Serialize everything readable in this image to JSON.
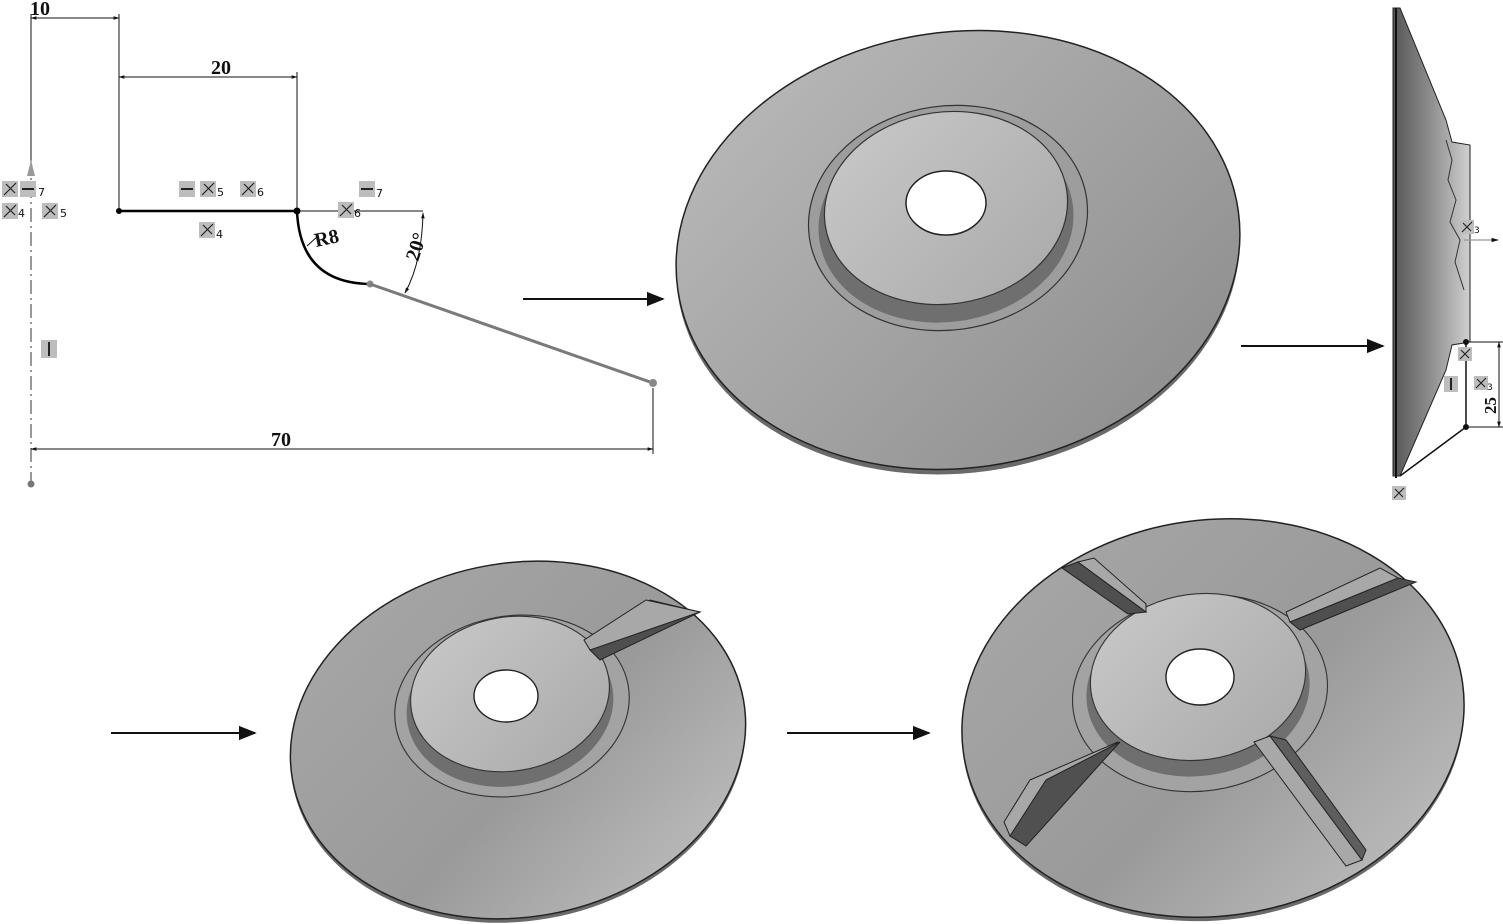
{
  "sketch": {
    "dimensions": {
      "offset_width": "10",
      "top_width": "20",
      "total_radius": "70",
      "fillet_radius": "R8",
      "angle": "20°"
    },
    "relation_labels": {
      "r7a": "7",
      "r4a": "4",
      "r5a": "5",
      "r5b": "5",
      "r6a": "6",
      "r4b": "4",
      "r7b": "7",
      "r6b": "6"
    }
  },
  "side_view": {
    "height_dimension": "25",
    "relation_labels": {
      "r3a": "3",
      "r3b": "3"
    }
  },
  "colors": {
    "sketch_line": "#000000",
    "construction_line": "#7a7a7a",
    "dish_fill": "#9a9a9a",
    "hub_fill": "#b8b8b8",
    "hole_fill": "#ffffff",
    "rib_dark": "#505050",
    "rib_light": "#a6a6a6"
  },
  "icons": [
    "coincident-relation-icon",
    "horizontal-relation-icon",
    "vertical-relation-icon",
    "flow-arrow-icon"
  ]
}
